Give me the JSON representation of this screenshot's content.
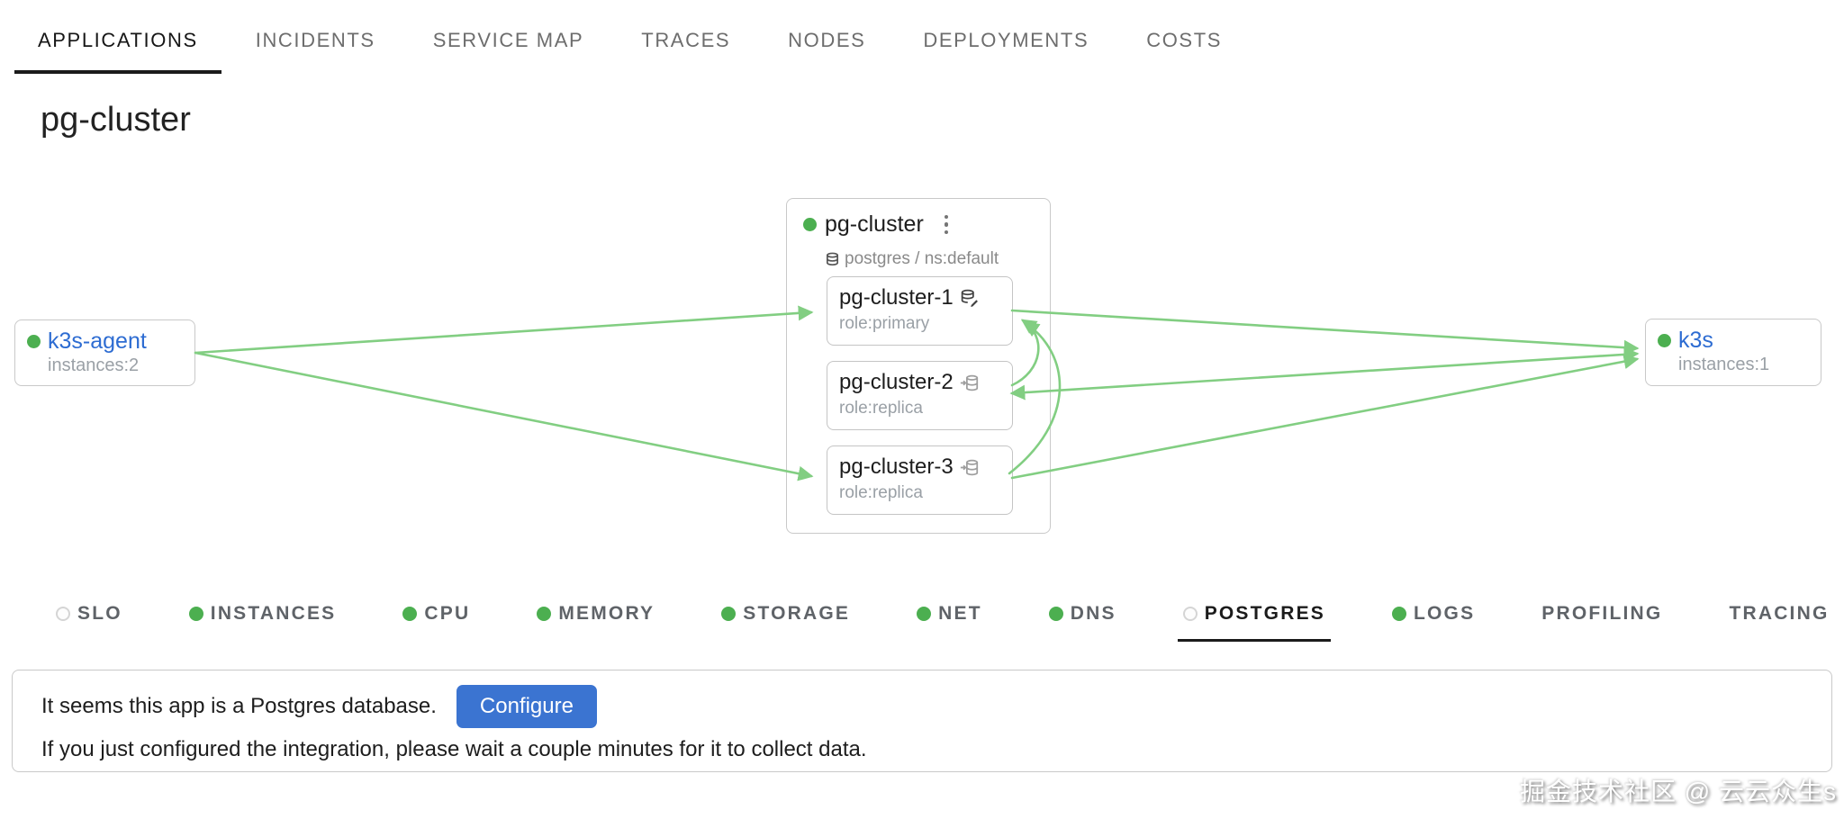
{
  "colors": {
    "status_green": "#4caf50",
    "edge_green": "#82ce82",
    "link_blue": "#2d6cd2",
    "button_blue": "#3b74d1",
    "active_tab_underline": "#1b1b1b"
  },
  "nav": {
    "tabs": [
      {
        "label": "APPLICATIONS",
        "active": true
      },
      {
        "label": "INCIDENTS",
        "active": false
      },
      {
        "label": "SERVICE MAP",
        "active": false
      },
      {
        "label": "TRACES",
        "active": false
      },
      {
        "label": "NODES",
        "active": false
      },
      {
        "label": "DEPLOYMENTS",
        "active": false
      },
      {
        "label": "COSTS",
        "active": false
      }
    ]
  },
  "page_title": "pg-cluster",
  "service_map": {
    "left_node": {
      "name": "k3s-agent",
      "meta": "instances:2",
      "status": "ok"
    },
    "right_node": {
      "name": "k3s",
      "meta": "instances:1",
      "status": "ok"
    },
    "app": {
      "name": "pg-cluster",
      "status": "ok",
      "subtitle": "postgres / ns:default",
      "instances": [
        {
          "name": "pg-cluster-1",
          "role": "role:primary",
          "icon": "database-edit-icon"
        },
        {
          "name": "pg-cluster-2",
          "role": "role:replica",
          "icon": "database-replica-icon"
        },
        {
          "name": "pg-cluster-3",
          "role": "role:replica",
          "icon": "database-replica-icon"
        }
      ]
    }
  },
  "report_tabs": [
    {
      "label": "SLO",
      "indicator": "empty",
      "active": false
    },
    {
      "label": "INSTANCES",
      "indicator": "ok",
      "active": false
    },
    {
      "label": "CPU",
      "indicator": "ok",
      "active": false
    },
    {
      "label": "MEMORY",
      "indicator": "ok",
      "active": false
    },
    {
      "label": "STORAGE",
      "indicator": "ok",
      "active": false
    },
    {
      "label": "NET",
      "indicator": "ok",
      "active": false
    },
    {
      "label": "DNS",
      "indicator": "ok",
      "active": false
    },
    {
      "label": "POSTGRES",
      "indicator": "empty",
      "active": true
    },
    {
      "label": "LOGS",
      "indicator": "ok",
      "active": false
    },
    {
      "label": "PROFILING",
      "indicator": "none",
      "active": false
    },
    {
      "label": "TRACING",
      "indicator": "none",
      "active": false
    }
  ],
  "postgres_banner": {
    "message_line1": "It seems this app is a Postgres database.",
    "configure_button": "Configure",
    "message_line2": "If you just configured the integration, please wait a couple minutes for it to collect data."
  },
  "watermark": "掘金技术社区 @ 云云众生s"
}
